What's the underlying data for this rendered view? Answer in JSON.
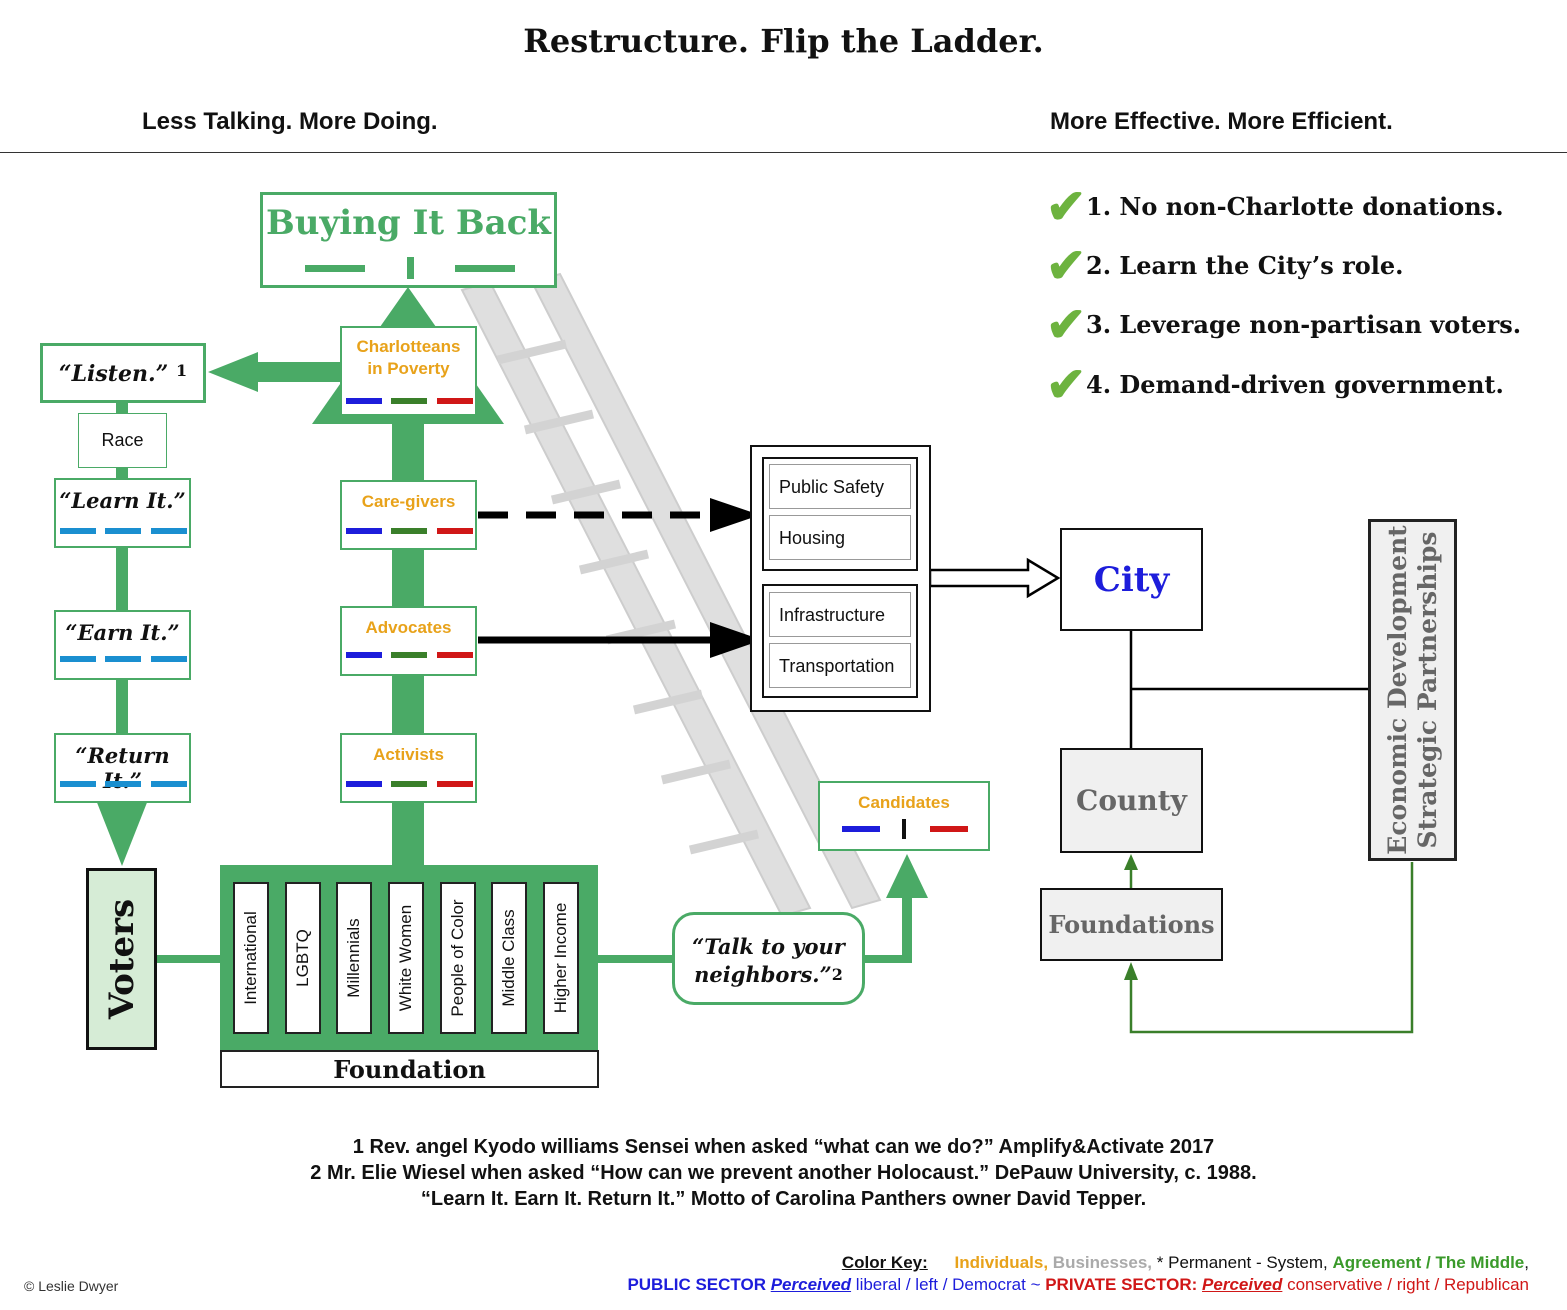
{
  "title": "Restructure. Flip the Ladder.",
  "subtitle_left": "Less Talking. More Doing.",
  "subtitle_right": "More Effective. More Efficient.",
  "checklist": [
    "1. No non-Charlotte donations.",
    "2. Learn the City’s role.",
    "3. Leverage non-partisan voters.",
    "4. Demand-driven government."
  ],
  "top_box": {
    "label": "Buying It Back"
  },
  "listen": {
    "label": "“Listen.”",
    "sup": "1"
  },
  "race": "Race",
  "mottos": [
    "“Learn It.”",
    "“Earn It.”",
    "“Return It.”"
  ],
  "voters": "Voters",
  "groups": [
    "Charlotteans in Poverty",
    "Care-givers",
    "Advocates",
    "Activists"
  ],
  "categories": [
    "International",
    "LGBTQ",
    "Millennials",
    "White Women",
    "People of Color",
    "Middle Class",
    "Higher Income"
  ],
  "foundation": "Foundation",
  "talk": {
    "line1": "“Talk to your",
    "line2": "neighbors.”",
    "sup": "2"
  },
  "candidates": "Candidates",
  "services_group1": [
    "Public Safety",
    "Housing"
  ],
  "services_group2": [
    "Infrastructure",
    "Transportation"
  ],
  "city": "City",
  "county": "County",
  "foundations": "Foundations",
  "econ": {
    "line1": "Economic Development",
    "line2": "Strategic Partnerships"
  },
  "footnotes": [
    "1 Rev. angel Kyodo williams Sensei when asked “what can we do?” Amplify&Activate 2017",
    "2 Mr. Elie Wiesel when asked “How can we prevent another Holocaust.” DePauw University, c. 1988.",
    "“Learn It. Earn It. Return It.” Motto of Carolina Panthers owner David Tepper."
  ],
  "color_key": {
    "label": "Color Key:",
    "individuals": "Individuals,",
    "businesses": "Businesses,",
    "permanent": "* Permanent - System,",
    "agreement": "Agreement / The Middle",
    "trail": ",",
    "public_sector": "PUBLIC SECTOR",
    "perceived1": "Perceived",
    "liberal": " liberal / left / Democrat",
    "tilde": " ~ ",
    "private_sector": "PRIVATE SECTOR:",
    "perceived2": "Perceived",
    "conservative": " conservative / right / Republican"
  },
  "copyright": "© Leslie Dwyer",
  "colors": {
    "green": "#4aaa66",
    "dark_green": "#3a7f2a",
    "orange": "#e8a21a",
    "blue": "#1d1ddb",
    "red": "#d01717",
    "cyan": "#1a8fd0",
    "gray": "#999999",
    "check": "#6db33f"
  }
}
